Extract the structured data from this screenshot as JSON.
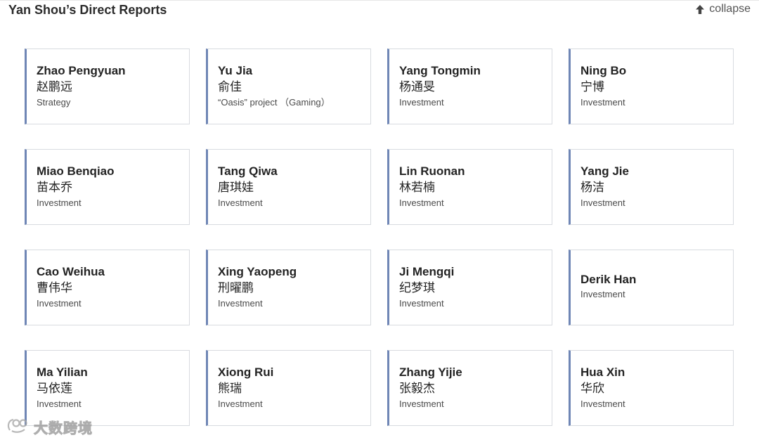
{
  "header": {
    "title": "Yan Shou’s Direct Reports",
    "collapse_label": "collapse",
    "collapse_icon": "arrow-up-icon"
  },
  "reports": [
    {
      "en": "Zhao Pengyuan",
      "cn": "赵鹏远",
      "dept": "Strategy"
    },
    {
      "en": "Yu Jia",
      "cn": "俞佳",
      "dept": "“Oasis” project （Gaming）"
    },
    {
      "en": "Yang Tongmin",
      "cn": "杨通旻",
      "dept": "Investment"
    },
    {
      "en": "Ning Bo",
      "cn": "宁博",
      "dept": "Investment"
    },
    {
      "en": "Miao Benqiao",
      "cn": "苗本乔",
      "dept": "Investment"
    },
    {
      "en": "Tang Qiwa",
      "cn": "唐琪娃",
      "dept": "Investment"
    },
    {
      "en": "Lin Ruonan",
      "cn": "林若楠",
      "dept": "Investment"
    },
    {
      "en": "Yang Jie",
      "cn": "杨洁",
      "dept": "Investment"
    },
    {
      "en": "Cao Weihua",
      "cn": "曹伟华",
      "dept": "Investment"
    },
    {
      "en": "Xing Yaopeng",
      "cn": "刑曜鹏",
      "dept": "Investment"
    },
    {
      "en": "Ji Mengqi",
      "cn": "纪梦琪",
      "dept": "Investment"
    },
    {
      "en": "Derik Han",
      "cn": "",
      "dept": "Investment"
    },
    {
      "en": "Ma Yilian",
      "cn": "马依莲",
      "dept": "Investment"
    },
    {
      "en": "Xiong Rui",
      "cn": "熊瑞",
      "dept": "Investment"
    },
    {
      "en": "Zhang Yijie",
      "cn": "张毅杰",
      "dept": "Investment"
    },
    {
      "en": "Hua Xin",
      "cn": "华欣",
      "dept": "Investment"
    }
  ],
  "watermark": {
    "text": "大数跨境"
  },
  "colors": {
    "accent": "#6f86b5",
    "card_border": "#d8dbe0",
    "text": "#232323"
  }
}
